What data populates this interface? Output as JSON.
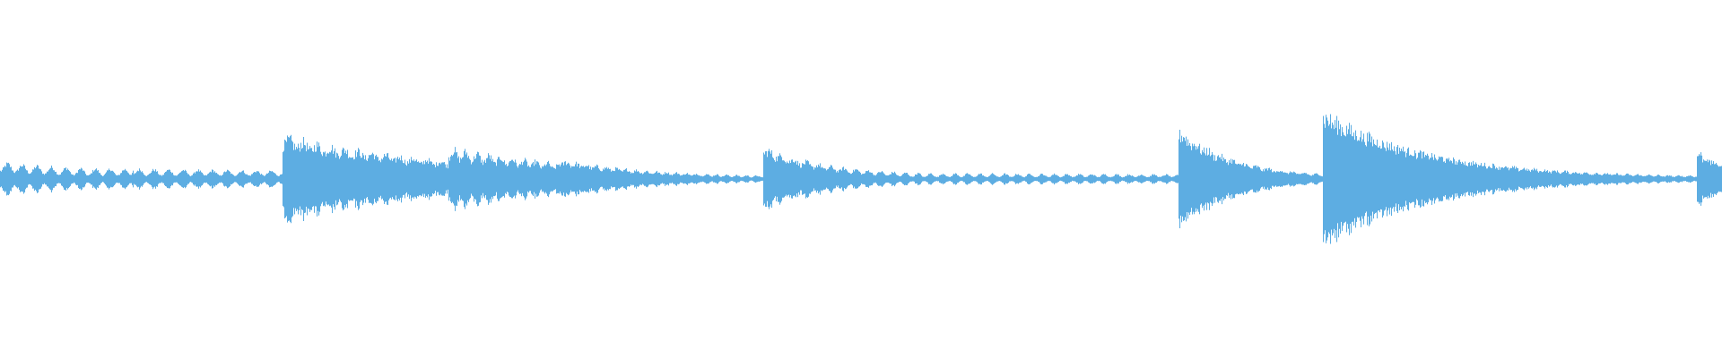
{
  "waveform": {
    "color": "#5dade2",
    "background": "#ffffff",
    "duration_fraction_end": 1.0,
    "segments": [
      {
        "start": 0.0,
        "end": 0.164,
        "onset": 0.08,
        "decay": 0.05,
        "pulse_period": 0.0085,
        "pulse_floor": 0.15,
        "pulse_amp": 0.1,
        "base": 0.03,
        "spikes": [
          [
            0.077,
            0.1
          ],
          [
            0.096,
            0.1
          ],
          [
            0.105,
            0.08
          ],
          [
            0.122,
            0.08
          ],
          [
            0.15,
            0.06
          ]
        ]
      },
      {
        "start": 0.164,
        "end": 0.26,
        "onset": 0.36,
        "decay": 0.1,
        "pulse_period": 0.008,
        "pulse_floor": 0.12,
        "pulse_amp": 0.09,
        "base": 0.03,
        "spikes": [
          [
            0.237,
            0.1
          ]
        ]
      },
      {
        "start": 0.26,
        "end": 0.326,
        "onset": 0.22,
        "decay": 0.08,
        "pulse_period": 0.0068,
        "pulse_floor": 0.2,
        "pulse_amp": 0.12,
        "base": 0.03,
        "spikes": []
      },
      {
        "start": 0.326,
        "end": 0.443,
        "onset": 0.16,
        "decay": 0.05,
        "pulse_period": 0.0058,
        "pulse_floor": 0.02,
        "pulse_amp": 0.035,
        "base": 0.018,
        "spikes": []
      },
      {
        "start": 0.443,
        "end": 0.684,
        "onset": 0.28,
        "decay": 0.035,
        "pulse_period": 0.0072,
        "pulse_floor": 0.02,
        "pulse_amp": 0.05,
        "base": 0.02,
        "spikes": [
          [
            0.527,
            0.06
          ],
          [
            0.549,
            0.04
          ]
        ]
      },
      {
        "start": 0.684,
        "end": 0.768,
        "onset": 0.48,
        "decay": 0.03,
        "pulse_period": 0.007,
        "pulse_floor": 0.07,
        "pulse_amp": 0.045,
        "base": 0.025,
        "spikes": [
          [
            0.701,
            0.3
          ]
        ]
      },
      {
        "start": 0.768,
        "end": 0.985,
        "onset": 0.66,
        "decay": 0.06,
        "pulse_period": 0.006,
        "pulse_floor": 0.015,
        "pulse_amp": 0.03,
        "base": 0.022,
        "spikes": [
          [
            0.779,
            0.38
          ]
        ]
      },
      {
        "start": 0.985,
        "end": 1.0,
        "onset": 0.25,
        "decay": 0.02,
        "pulse_period": 0.004,
        "pulse_floor": 0.1,
        "pulse_amp": 0.06,
        "base": 0.04,
        "spikes": []
      }
    ]
  }
}
